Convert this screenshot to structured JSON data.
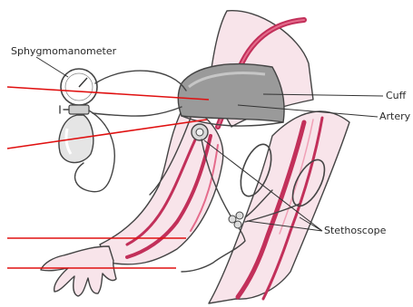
{
  "labels": {
    "sphygmomanometer": "Sphygmomanometer",
    "cuff": "Cuff",
    "artery": "Artery",
    "stethoscope": "Stethoscope"
  },
  "colors": {
    "skin": "#f8e4ea",
    "vessel": "#c2305a",
    "vessel_light": "#e56c8c",
    "cuff": "#9a9a9a",
    "outline": "#444444",
    "annotation_line": "#e01010"
  }
}
